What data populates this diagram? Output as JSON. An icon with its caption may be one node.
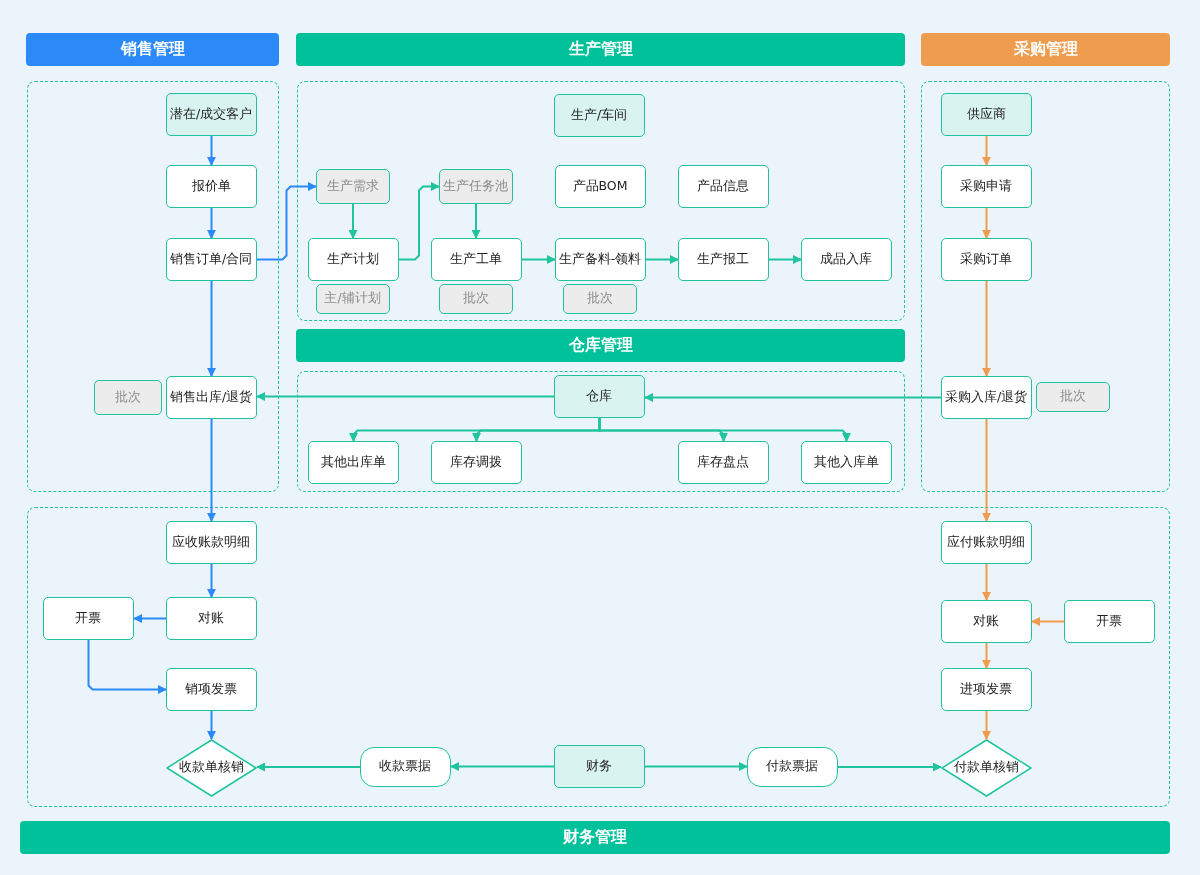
{
  "diagram": {
    "nodes": [
      {
        "text": [
          "销售管理"
        ]
      },
      {
        "text": [
          "生产管理"
        ]
      },
      {
        "text": [
          "采购管理"
        ]
      },
      {
        "text": [],
        "shape": "box"
      },
      {
        "text": [],
        "shape": "box"
      },
      {
        "text": [],
        "shape": "box"
      },
      {
        "text": [
          "仓库管理"
        ]
      },
      {
        "text": [],
        "shape": "box"
      },
      {
        "text": [],
        "shape": "box"
      },
      {
        "text": [
          "财务管理"
        ]
      },
      {
        "text": [
          "潜在/成交客户"
        ],
        "in": 3
      },
      {
        "text": [
          "报价单"
        ],
        "in": 3
      },
      {
        "text": [
          "销售订单/合同"
        ],
        "in": 3
      },
      {
        "text": [
          "批次"
        ],
        "in": 3
      },
      {
        "text": [
          "销售出库/退货"
        ],
        "in": 3
      },
      {
        "text": [
          "生产/车间"
        ],
        "in": 4
      },
      {
        "text": [
          "生产需求"
        ],
        "in": 4
      },
      {
        "text": [
          "生产任务池"
        ],
        "in": 4
      },
      {
        "text": [
          "产品BOM"
        ],
        "in": 4
      },
      {
        "text": [
          "产品信息"
        ],
        "in": 4
      },
      {
        "text": [
          "生产计划"
        ],
        "in": 4
      },
      {
        "text": [
          "生产工单"
        ],
        "in": 4
      },
      {
        "text": [
          "生产备料-领料"
        ],
        "in": 4
      },
      {
        "text": [
          "生产报工"
        ],
        "in": 4
      },
      {
        "text": [
          "成品入库"
        ],
        "in": 4
      },
      {
        "text": [
          "主/辅计划"
        ],
        "in": 4
      },
      {
        "text": [
          "批次"
        ],
        "in": 4
      },
      {
        "text": [
          "批次"
        ],
        "in": 4
      },
      {
        "text": [
          "供应商"
        ],
        "in": 5
      },
      {
        "text": [
          "采购申请"
        ],
        "in": 5
      },
      {
        "text": [
          "采购订单"
        ],
        "in": 5
      },
      {
        "text": [
          "采购入库/退货"
        ],
        "in": 5
      },
      {
        "text": [
          "批次"
        ],
        "in": 5
      },
      {
        "text": [
          "仓库"
        ],
        "in": 7
      },
      {
        "text": [
          "其他出库单"
        ],
        "in": 7
      },
      {
        "text": [
          "库存调拨"
        ],
        "in": 7
      },
      {
        "text": [
          "库存盘点"
        ],
        "in": 7
      },
      {
        "text": [
          "其他入库单"
        ],
        "in": 7
      },
      {
        "text": [
          "应收账款明细"
        ],
        "in": 8
      },
      {
        "text": [
          "对账"
        ],
        "in": 8
      },
      {
        "text": [
          "开票"
        ],
        "in": 8
      },
      {
        "text": [
          "销项发票"
        ],
        "in": 8
      },
      {
        "text": [
          "收款单核销"
        ],
        "in": 8
      },
      {
        "text": [
          "收款票据"
        ],
        "in": 8
      },
      {
        "text": [
          "财务"
        ],
        "in": 8
      },
      {
        "text": [
          "付款票据"
        ],
        "in": 8
      },
      {
        "text": [
          "付款单核销"
        ],
        "in": 8
      },
      {
        "text": [
          "应付账款明细"
        ],
        "in": 8
      },
      {
        "text": [
          "对账"
        ],
        "in": 8
      },
      {
        "text": [
          "开票"
        ],
        "in": 8
      },
      {
        "text": [
          "进项发票"
        ],
        "in": 8
      }
    ],
    "edges": [
      {
        "from": 10,
        "to": 11,
        "arrow": "to",
        "color": "#2b8af7"
      },
      {
        "from": 11,
        "to": 12,
        "arrow": "to",
        "color": "#2b8af7"
      },
      {
        "from": 12,
        "to": 16,
        "arrow": "to",
        "color": "#2b8af7"
      },
      {
        "from": 12,
        "to": 14,
        "arrow": "to",
        "color": "#2b8af7"
      },
      {
        "from": 14,
        "to": 38,
        "arrow": "to",
        "color": "#2b8af7"
      },
      {
        "from": 38,
        "to": 39,
        "arrow": "to",
        "color": "#2b8af7"
      },
      {
        "from": 39,
        "to": 40,
        "arrow": "to",
        "color": "#2b8af7"
      },
      {
        "from": 40,
        "to": 41,
        "arrow": "to",
        "color": "#2b8af7"
      },
      {
        "from": 41,
        "to": 42,
        "arrow": "to",
        "color": "#2b8af7"
      },
      {
        "from": 16,
        "to": 20,
        "arrow": "to"
      },
      {
        "from": 20,
        "to": 17,
        "arrow": "to"
      },
      {
        "from": 17,
        "to": 21,
        "arrow": "to"
      },
      {
        "from": 21,
        "to": 22,
        "arrow": "to"
      },
      {
        "from": 22,
        "to": 23,
        "arrow": "to"
      },
      {
        "from": 23,
        "to": 24,
        "arrow": "to"
      },
      {
        "from": 33,
        "to": 14,
        "arrow": "to"
      },
      {
        "from": 31,
        "to": 33,
        "arrow": "to"
      },
      {
        "from": 33,
        "to": 34,
        "arrow": "to"
      },
      {
        "from": 33,
        "to": 35,
        "arrow": "to"
      },
      {
        "from": 33,
        "to": 36,
        "arrow": "to"
      },
      {
        "from": 33,
        "to": 37,
        "arrow": "to"
      },
      {
        "from": 44,
        "to": 43,
        "arrow": "to"
      },
      {
        "from": 43,
        "to": 42,
        "arrow": "to"
      },
      {
        "from": 44,
        "to": 45,
        "arrow": "to"
      },
      {
        "from": 45,
        "to": 46,
        "arrow": "to"
      },
      {
        "from": 28,
        "to": 29,
        "arrow": "to",
        "color": "#f09c4f"
      },
      {
        "from": 29,
        "to": 30,
        "arrow": "to",
        "color": "#f09c4f"
      },
      {
        "from": 30,
        "to": 31,
        "arrow": "to",
        "color": "#f09c4f"
      },
      {
        "from": 31,
        "to": 47,
        "arrow": "to",
        "color": "#f09c4f"
      },
      {
        "from": 47,
        "to": 48,
        "arrow": "to",
        "color": "#f09c4f"
      },
      {
        "from": 49,
        "to": 48,
        "arrow": "to",
        "color": "#f09c4f"
      },
      {
        "from": 48,
        "to": 50,
        "arrow": "to",
        "color": "#f09c4f"
      },
      {
        "from": 50,
        "to": 46,
        "arrow": "to",
        "color": "#f09c4f"
      }
    ]
  }
}
